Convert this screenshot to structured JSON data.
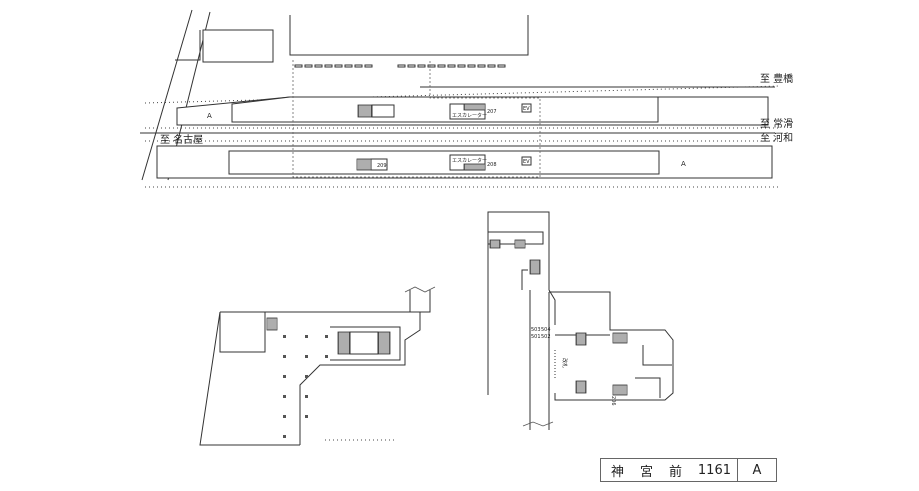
{
  "top_plan": {
    "dest_toyohashi": "至 豊橋",
    "dest_tokoname": "至 常滑",
    "dest_kowa": "至 河和",
    "dest_nagoya": "至 名古屋",
    "escalator_upper": "エスカレーター",
    "escalator_lower": "エスカレーター",
    "num_207": "207",
    "num_208": "208",
    "num_209": "209",
    "ev_upper": "EV",
    "ev_lower": "EV",
    "mark_upper": "A",
    "mark_lower": "A"
  },
  "lower_plan": {
    "gates": [
      "503",
      "504",
      "501",
      "502"
    ],
    "ticket_gate": "改札",
    "num_206": "206"
  },
  "title_block": {
    "name_chars": [
      "神",
      "宮",
      "前"
    ],
    "number": "1161",
    "code": "A"
  }
}
